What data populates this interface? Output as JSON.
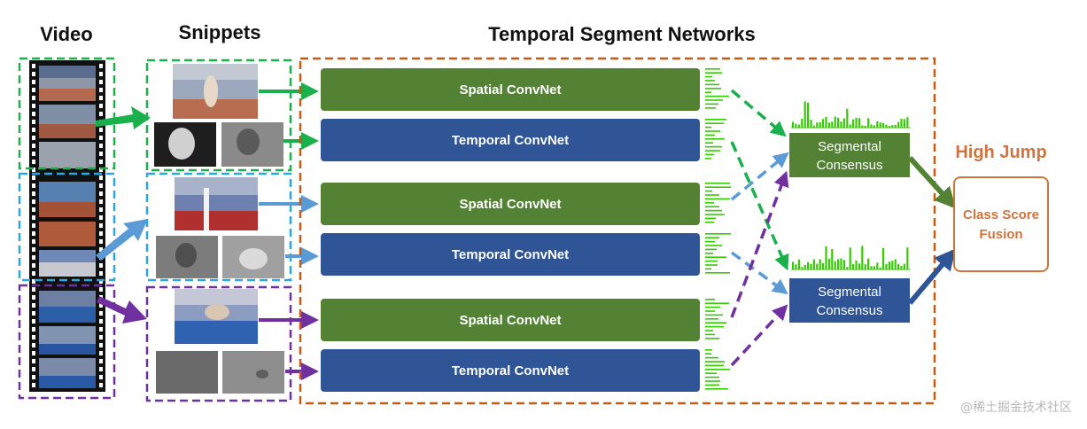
{
  "headers": {
    "video": "Video",
    "snippets": "Snippets",
    "tsn": "Temporal Segment Networks"
  },
  "networks": {
    "spatial": "Spatial ConvNet",
    "temporal": "Temporal ConvNet"
  },
  "consensus": {
    "line1": "Segmental",
    "line2": "Consensus"
  },
  "result": {
    "label": "High Jump"
  },
  "fusion": {
    "line1": "Class Score",
    "line2": "Fusion"
  },
  "watermark": "@稀土掘金技术社区",
  "colors": {
    "green_dash": "#1ab04c",
    "blue_dash": "#2aa7e0",
    "purple_dash": "#7030a0",
    "spatial_box": "#548235",
    "temporal_box": "#2f5597",
    "tsn_border": "#c55a11",
    "fusion_text": "#d0743c",
    "histogram": "#33cc00"
  }
}
